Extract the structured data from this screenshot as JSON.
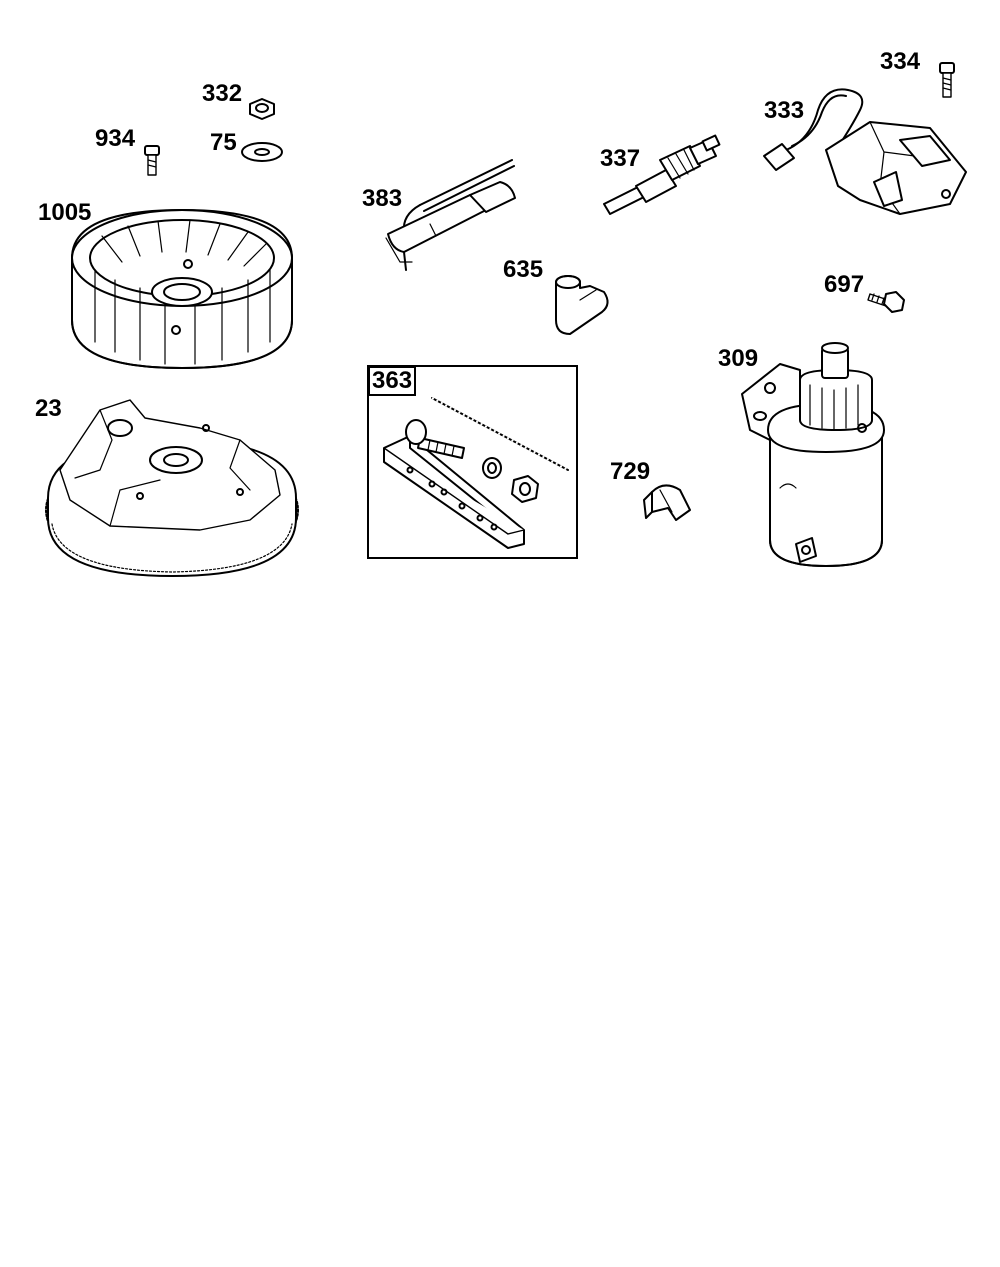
{
  "callouts": {
    "c334": "334",
    "c332": "332",
    "c333": "333",
    "c934": "934",
    "c75": "75",
    "c337": "337",
    "c383": "383",
    "c1005": "1005",
    "c635": "635",
    "c697": "697",
    "c309": "309",
    "c363": "363",
    "c23": "23",
    "c729": "729"
  }
}
